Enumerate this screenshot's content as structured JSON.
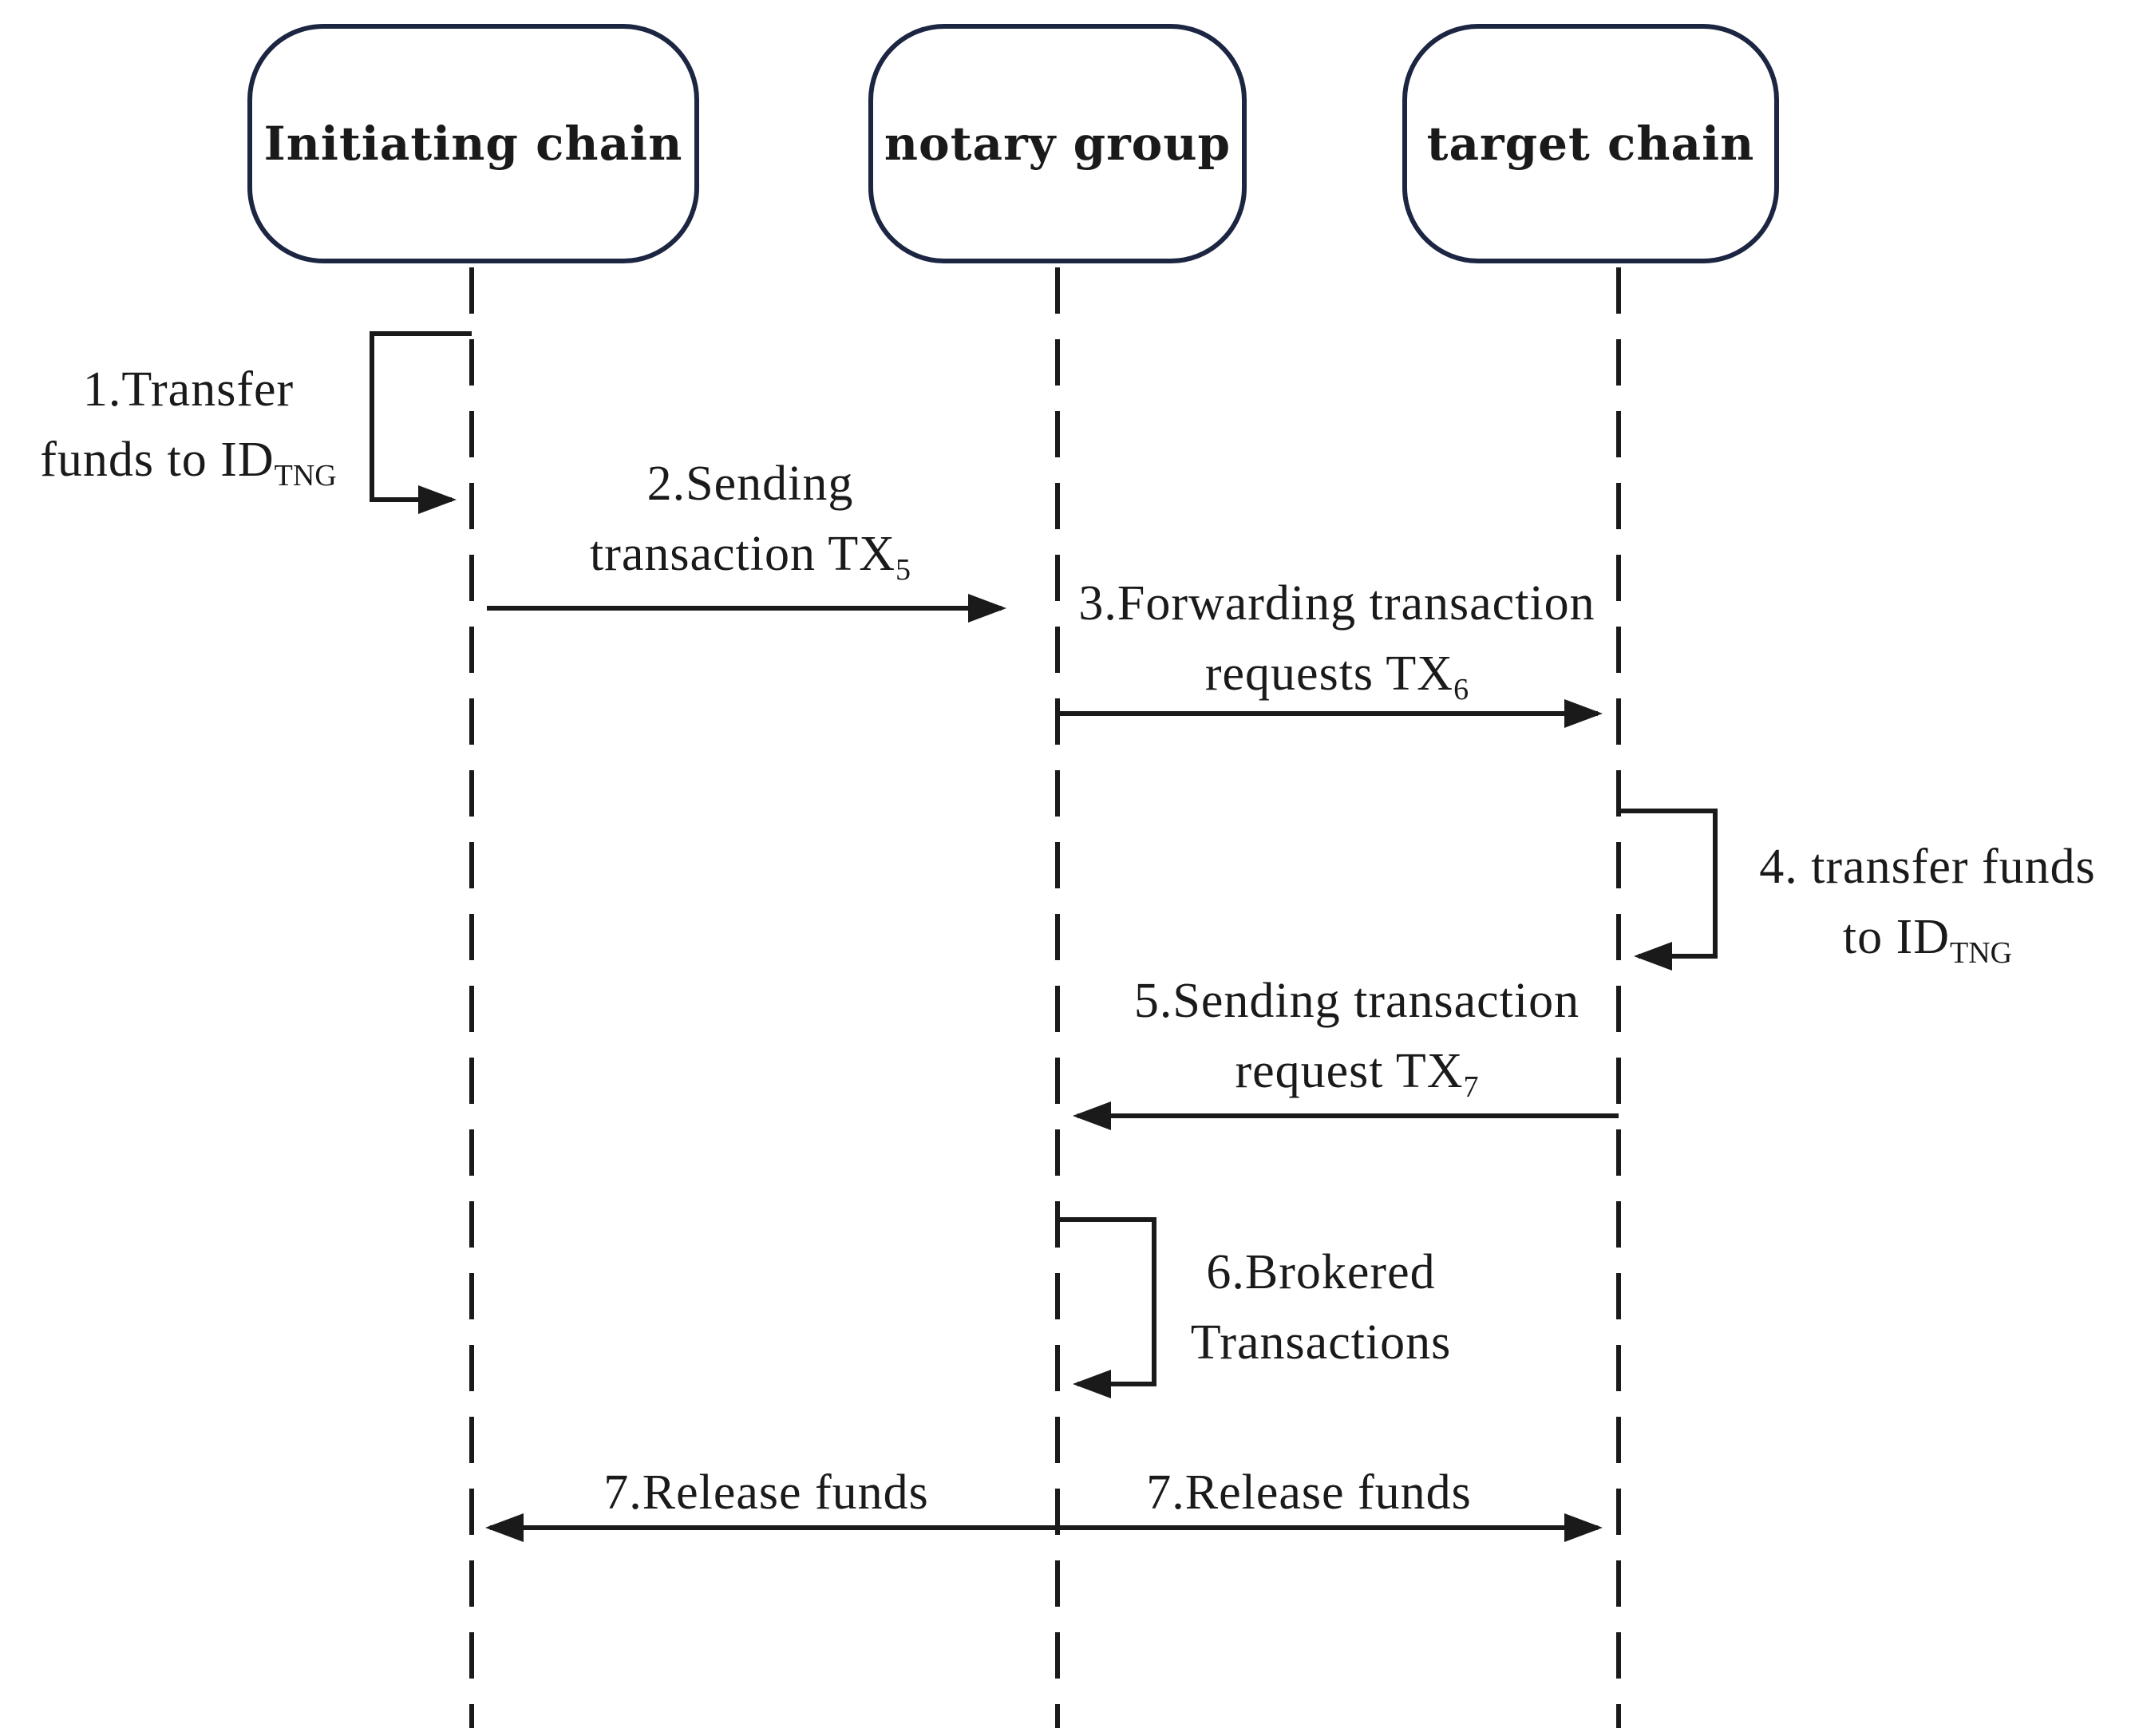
{
  "actors": [
    {
      "label": "Initiating chain"
    },
    {
      "label": "notary group"
    },
    {
      "label": "target chain"
    }
  ],
  "messages": {
    "m1": {
      "line1": "1.Transfer",
      "line2": "funds to ID",
      "sub": "TNG"
    },
    "m2": {
      "line1": "2.Sending",
      "line2": "transaction  TX",
      "sub": "5"
    },
    "m3": {
      "line1": "3.Forwarding transaction",
      "line2": "requests TX",
      "sub": "6"
    },
    "m4": {
      "line1": "4. transfer funds",
      "line2": "to ID",
      "sub": "TNG"
    },
    "m5": {
      "line1": "5.Sending  transaction",
      "line2": "request TX",
      "sub": "7"
    },
    "m6": {
      "line1": "6.Brokered",
      "line2": "Transactions"
    },
    "m7a": {
      "line1": "7.Release funds"
    },
    "m7b": {
      "line1": "7.Release funds"
    }
  },
  "colors": {
    "actor_border": "#1c2541",
    "line": "#1a1a1a"
  }
}
